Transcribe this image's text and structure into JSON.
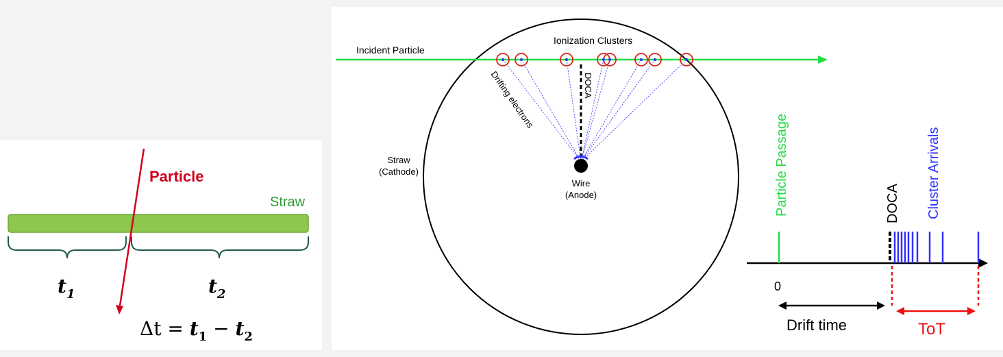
{
  "left_panel": {
    "particle_label": "Particle",
    "straw_label": "Straw",
    "t1_base": "t",
    "t1_sub": "1",
    "t2_base": "t",
    "t2_sub": "2",
    "formula": {
      "delta_t": "Δt",
      "eq": " = ",
      "t1": "t",
      "t1_sub": "1",
      "minus": " − ",
      "t2": "t",
      "t2_sub": "2"
    },
    "colors": {
      "particle": "#d0021b",
      "straw_fill": "#8ec74e",
      "straw_label": "#2f9a2f",
      "brace": "#1f5a4a"
    }
  },
  "middle_panel": {
    "incident_particle": "Incident Particle",
    "ionization_clusters": "Ionization Clusters",
    "doca": "DOCA",
    "drifting_electrons": "Drifting electrons",
    "straw_line1": "Straw",
    "straw_line2": "(Cathode)",
    "wire_line1": "Wire",
    "wire_line2": "(Anode)",
    "colors": {
      "track": "#22dd44",
      "cluster_ring": "#e02020",
      "electron": "#3030ff"
    }
  },
  "right_panel": {
    "particle_passage": "Particle Passage",
    "doca": "DOCA",
    "cluster_arrivals": "Cluster Arrivals",
    "zero": "0",
    "drift_time": "Drift time",
    "tot": "ToT",
    "colors": {
      "passage": "#22dd44",
      "arrivals": "#3030ff",
      "tot": "#ee1111"
    }
  }
}
